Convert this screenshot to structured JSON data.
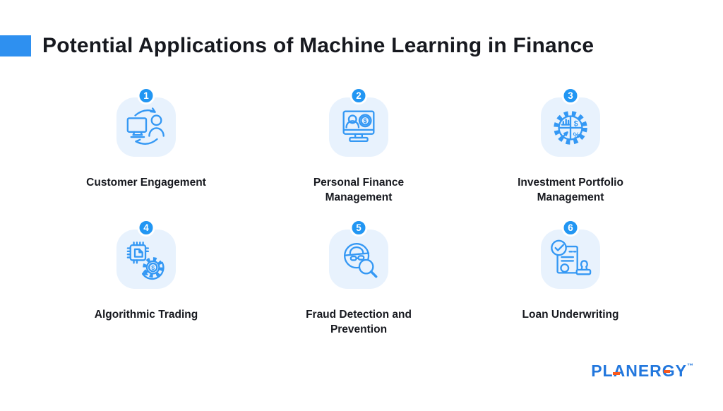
{
  "title": "Potential Applications of Machine Learning in Finance",
  "items": [
    {
      "number": "1",
      "label": "Customer Engagement",
      "icon": "monitor-person-sync-icon"
    },
    {
      "number": "2",
      "label": "Personal Finance Management",
      "icon": "monitor-person-dollar-icon"
    },
    {
      "number": "3",
      "label": "Investment Portfolio Management",
      "icon": "gear-pie-chart-icon"
    },
    {
      "number": "4",
      "label": "Algorithmic Trading",
      "icon": "chip-gear-dollar-icon"
    },
    {
      "number": "5",
      "label": "Fraud Detection and Prevention",
      "icon": "fraudster-magnifier-icon"
    },
    {
      "number": "6",
      "label": "Loan Underwriting",
      "icon": "document-stamp-check-icon"
    }
  ],
  "logo": {
    "text": "PLANERGY",
    "trademark": "™"
  },
  "colors": {
    "accent": "#2e90f0",
    "badge": "#2196f3",
    "icon": "#3498f4",
    "tile": "#e8f2fd",
    "text": "#17191f",
    "logo-blue": "#2277dd",
    "logo-orange": "#f9591d"
  }
}
